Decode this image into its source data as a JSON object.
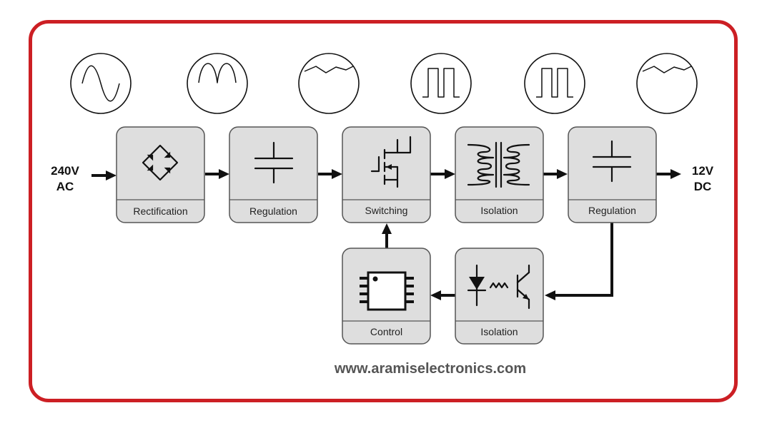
{
  "input": {
    "line1": "240V",
    "line2": "AC"
  },
  "output": {
    "line1": "12V",
    "line2": "DC"
  },
  "blocks": {
    "rectification": {
      "label": "Rectification",
      "icon": "bridge-rectifier-icon"
    },
    "regulation_1": {
      "label": "Regulation",
      "icon": "capacitor-icon"
    },
    "switching": {
      "label": "Switching",
      "icon": "mosfet-icon"
    },
    "isolation_1": {
      "label": "Isolation",
      "icon": "transformer-icon"
    },
    "regulation_2": {
      "label": "Regulation",
      "icon": "capacitor-icon"
    },
    "control": {
      "label": "Control",
      "icon": "ic-chip-icon"
    },
    "isolation_2": {
      "label": "Isolation",
      "icon": "optocoupler-icon"
    }
  },
  "waveforms": [
    "sine-wave",
    "full-wave-rectified",
    "smoothed-dc-ripple",
    "square-wave",
    "square-wave",
    "smoothed-dc-ripple"
  ],
  "footer": {
    "website": "www.aramiselectronics.com"
  },
  "colors": {
    "frame": "#cc1f24",
    "block_fill": "#dedede",
    "website_text": "#555555"
  }
}
